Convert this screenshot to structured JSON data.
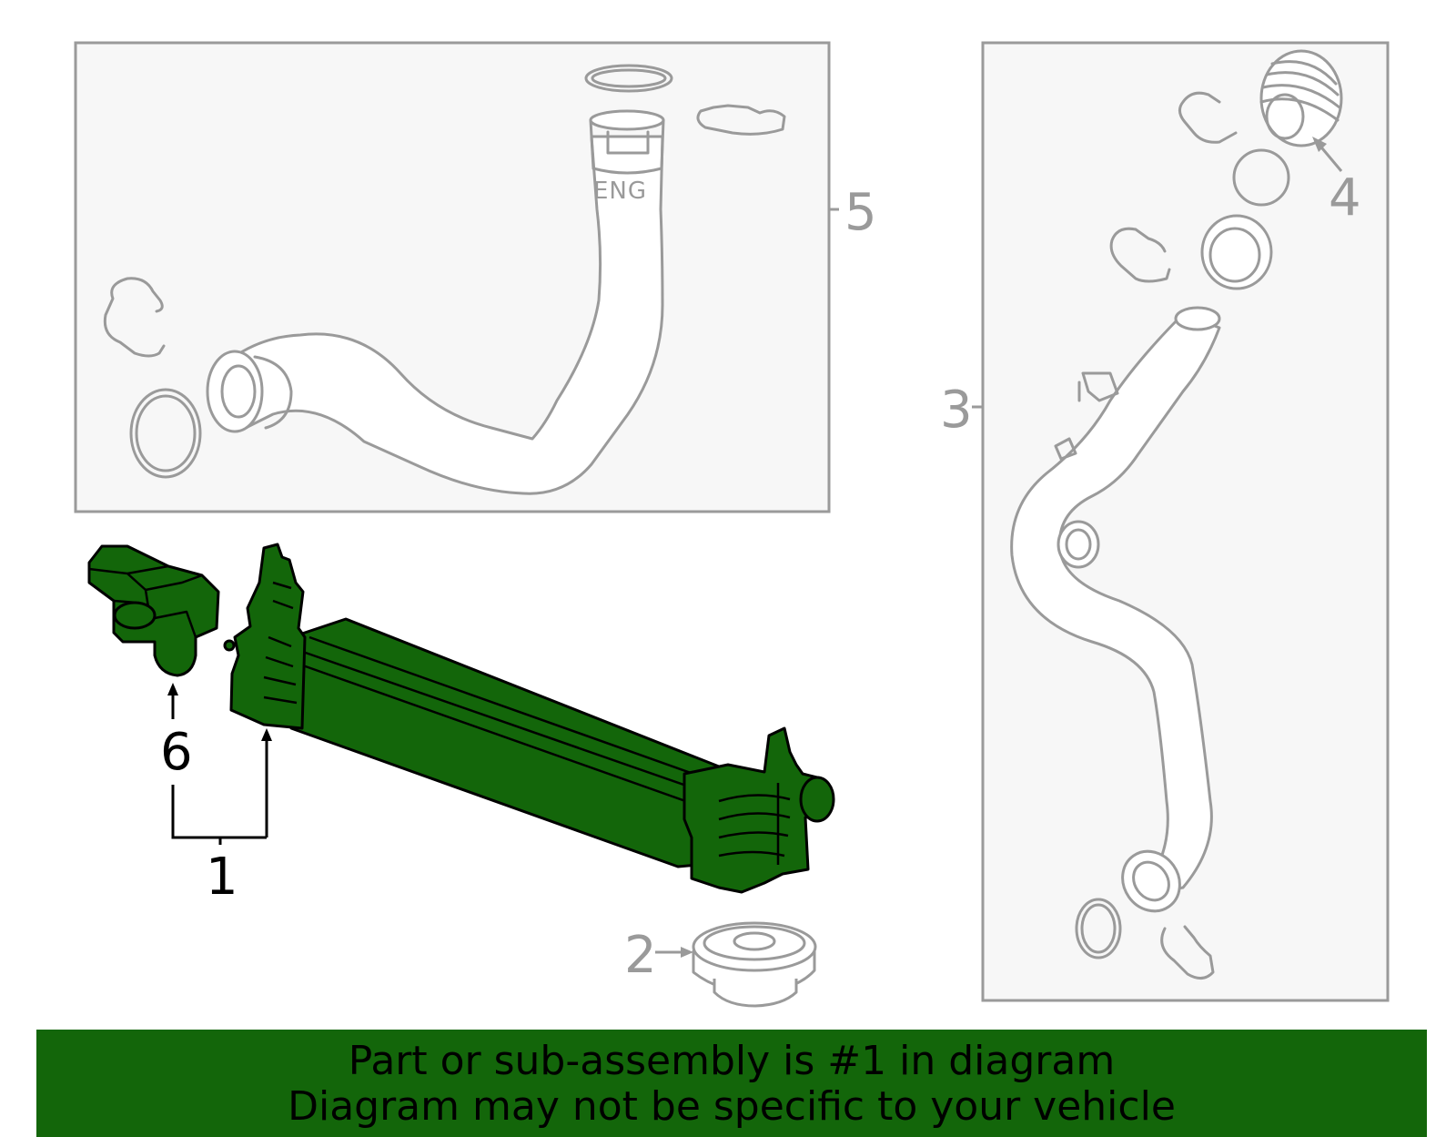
{
  "callouts": {
    "c1": "1",
    "c2": "2",
    "c3": "3",
    "c4": "4",
    "c5": "5",
    "c6": "6"
  },
  "hose_marking": "ENG",
  "banner": {
    "line1": "Part or sub-assembly is #1 in diagram",
    "line2": "Diagram may not be specific to your vehicle"
  },
  "colors": {
    "highlight": "#13660a",
    "outline": "#9a9a9a",
    "panel_background": "#f7f7f7"
  }
}
